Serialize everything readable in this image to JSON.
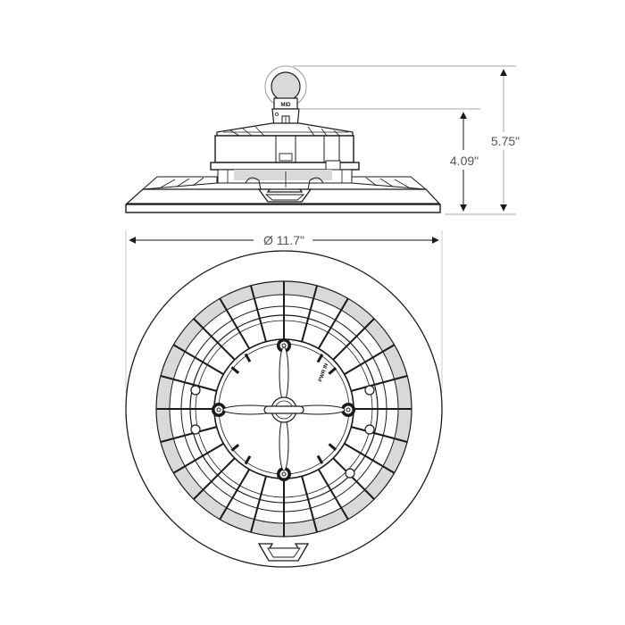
{
  "diagram": {
    "type": "technical-dimension-drawing",
    "subject": "high bay light fixture",
    "views": [
      "side-view",
      "top-view"
    ],
    "colors": {
      "line": "#1a1a1a",
      "dim_line": "#999999",
      "fill_gray": "#d9d9d9",
      "text": "#555555"
    }
  },
  "dimensions": {
    "overall_height": "5.75\"",
    "body_height": "4.09\"",
    "diameter": "Ø 11.7\""
  },
  "labels": {
    "hook_label": "MID",
    "body_marking": "PWR IN"
  }
}
